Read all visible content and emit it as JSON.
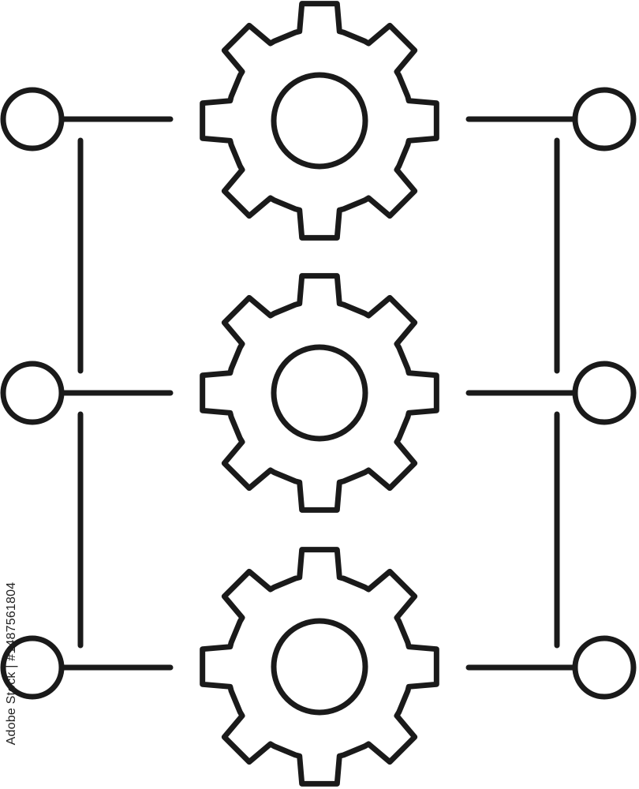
{
  "diagram": {
    "description_icon": "gear-network-icon",
    "stroke_color": "#1a1a1a",
    "background_color": "#ffffff",
    "gears": [
      {
        "name": "gear-top-icon"
      },
      {
        "name": "gear-middle-icon"
      },
      {
        "name": "gear-bottom-icon"
      }
    ],
    "left_nodes": [
      {
        "name": "left-node-top"
      },
      {
        "name": "left-node-middle"
      },
      {
        "name": "left-node-bottom"
      }
    ],
    "right_nodes": [
      {
        "name": "right-node-top"
      },
      {
        "name": "right-node-middle"
      },
      {
        "name": "right-node-bottom"
      }
    ]
  },
  "watermark": {
    "text": "Adobe Stock | #1487561804",
    "logo": "adobe-stock-watermark"
  }
}
